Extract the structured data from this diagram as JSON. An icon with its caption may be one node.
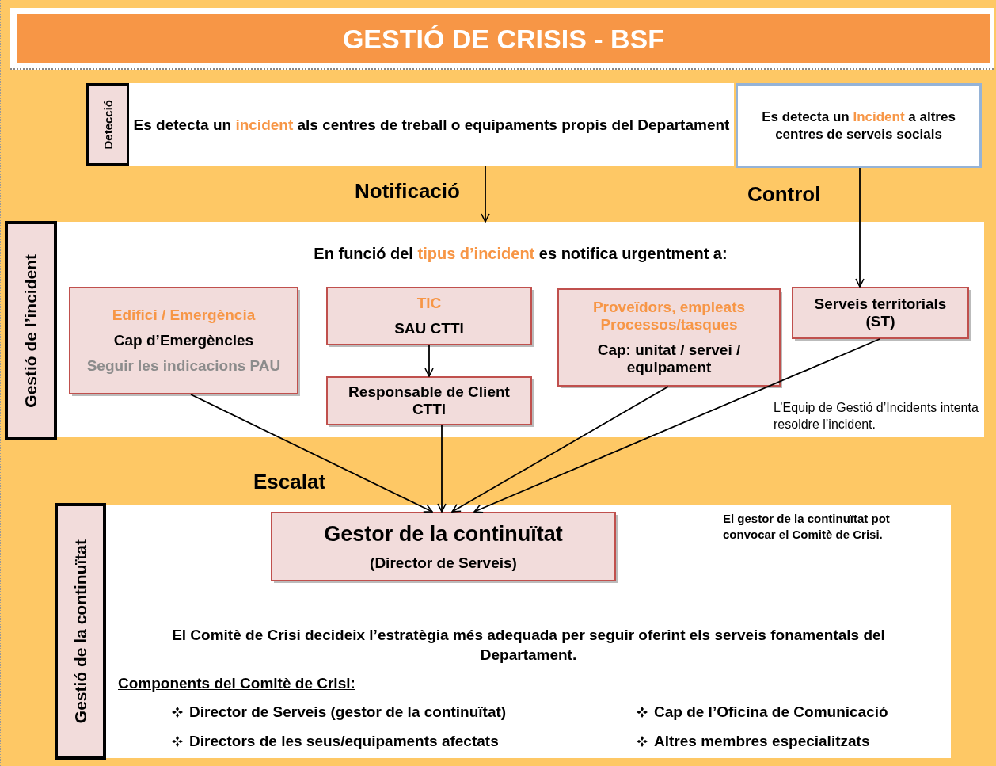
{
  "diagram": {
    "title": "GESTIÓ DE CRISIS - BSF",
    "nodes": [
      {
        "text": [
          "Detecció"
        ]
      },
      {
        "text": [
          "Es detecta un **incident** als centres de treball o equipaments propis del Departament"
        ]
      },
      {
        "text": [
          "Es detecta un **Incident** a altres centres de serveis socials"
        ]
      },
      {
        "text": [
          "Gestió de l’incident"
        ]
      },
      {
        "text": [
          "En funció del **tipus d’incident** es notifica urgentment a:",
          "L’Equip de Gestió d’Incidents intenta resoldre l’incident."
        ]
      },
      {
        "text": [
          "Edifici / Emergència",
          "Cap d’Emergències",
          "Seguir les indicacions PAU"
        ],
        "in": 4
      },
      {
        "text": [
          "TIC",
          "SAU CTTI"
        ],
        "in": 4
      },
      {
        "text": [
          "Responsable de Client CTTI"
        ],
        "in": 4
      },
      {
        "text": [
          "Proveïdors, empleats Processos/tasques",
          "Cap: unitat / servei / equipament"
        ],
        "in": 4
      },
      {
        "text": [
          "Serveis territorials (ST)"
        ],
        "in": 4
      },
      {
        "text": [
          "Gestió de la continuïtat"
        ]
      },
      {
        "text": [
          "El gestor de la continuïtat pot convocar el Comitè de Crisi.",
          "El Comitè de Crisi decideix l’estratègia més adequada per seguir oferint els serveis fonamentals del Departament.",
          "Components del Comitè de Crisi:",
          "Director de Serveis (gestor de la continuïtat)",
          "Directors de les seus/equipaments afectats",
          "Cap de l’Oficina de Comunicació",
          "Altres membres especialitzats"
        ]
      },
      {
        "text": [
          "Gestor de la continuïtat",
          "(Director de Serveis)"
        ],
        "in": 11
      }
    ],
    "edges": [
      {
        "from": 1,
        "to": 4,
        "arrow": "to",
        "label": "Notificació"
      },
      {
        "from": 2,
        "to": 9,
        "arrow": "to",
        "label": "Control"
      },
      {
        "from": 6,
        "to": 7,
        "arrow": "to"
      },
      {
        "from": 5,
        "to": 12,
        "arrow": "to"
      },
      {
        "from": 7,
        "to": 12,
        "arrow": "to"
      },
      {
        "from": 8,
        "to": 12,
        "arrow": "to"
      },
      {
        "from": 9,
        "to": 12,
        "arrow": "to"
      }
    ],
    "labels": [
      "Escalat"
    ]
  }
}
